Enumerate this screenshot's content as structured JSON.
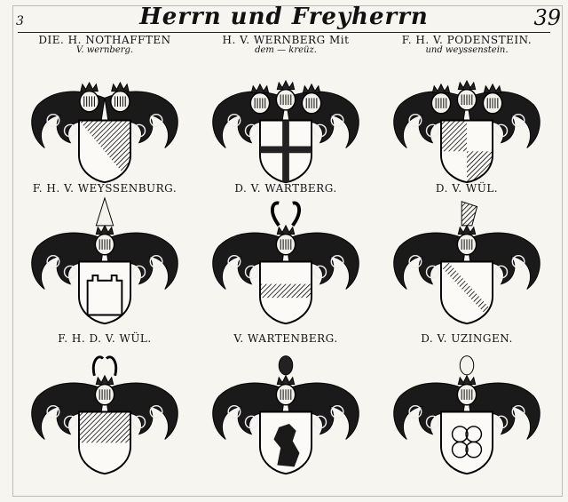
{
  "header": {
    "title": "Herrn und Freyherrn",
    "page_left": "3",
    "page_right": "39"
  },
  "arms": [
    {
      "title": "DIE. H. NOTHAFFTEN",
      "subtitle": "V. wernberg.",
      "shield": "per-bend",
      "crest": "double-helm"
    },
    {
      "title": "H. V. WERNBERG Mit",
      "subtitle": "dem — kreüz.",
      "shield": "quartered-cross",
      "crest": "triple-helm"
    },
    {
      "title": "F. H. V. PODENSTEIN.",
      "subtitle": "und weyssenstein.",
      "shield": "quartered",
      "crest": "triple-helm"
    },
    {
      "title": "F. H. V. WEYSSENBURG.",
      "subtitle": "",
      "shield": "castle",
      "crest": "cone-helm"
    },
    {
      "title": "D. V. WARTBERG.",
      "subtitle": "",
      "shield": "fess",
      "crest": "horns-helm"
    },
    {
      "title": "D. V. WÜL.",
      "subtitle": "",
      "shield": "bend",
      "crest": "banner-helm"
    },
    {
      "title": "F. H. D. V. WÜL.",
      "subtitle": "",
      "shield": "per-fess",
      "crest": "swan-helm"
    },
    {
      "title": "V. WARTENBERG.",
      "subtitle": "",
      "shield": "lion",
      "crest": "lion-helm"
    },
    {
      "title": "D. V. UZINGEN.",
      "subtitle": "",
      "shield": "quatrefoil",
      "crest": "figure-helm"
    }
  ]
}
